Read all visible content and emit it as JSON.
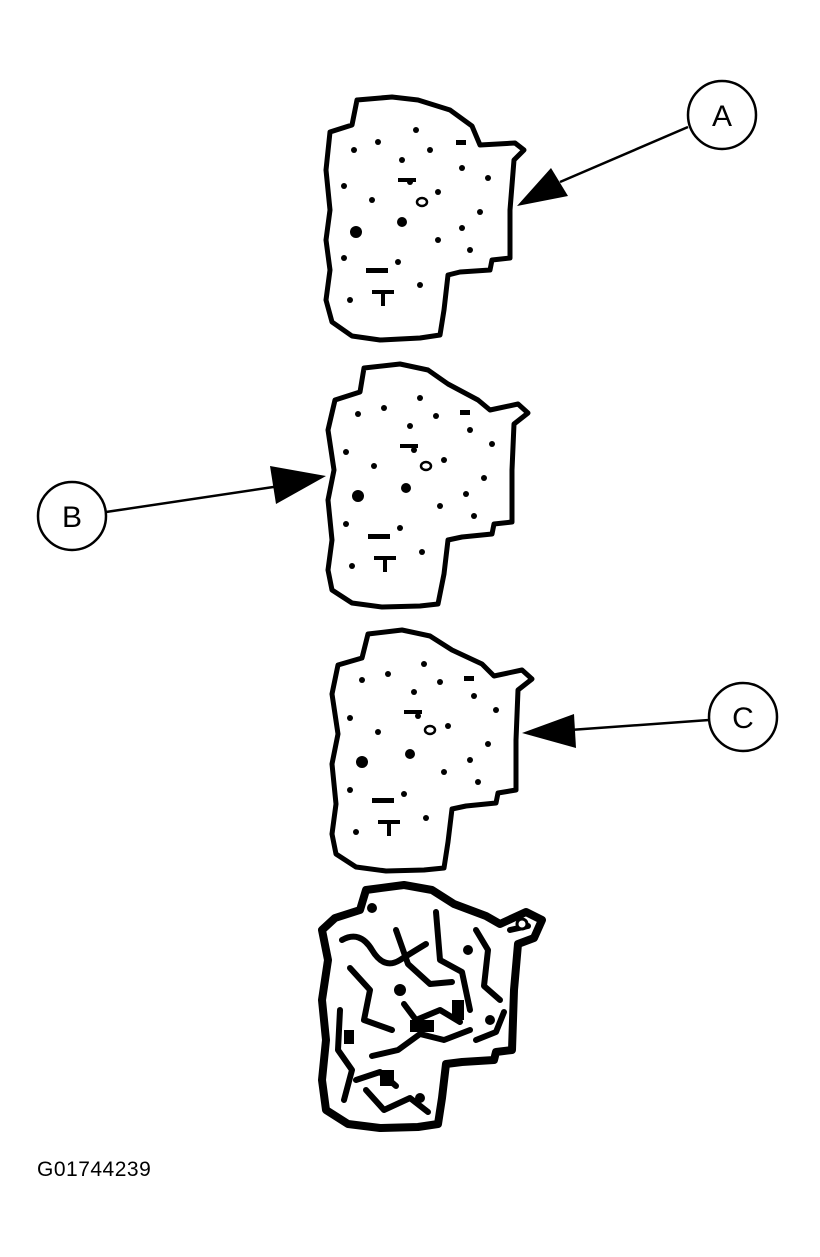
{
  "callouts": {
    "a": "A",
    "b": "B",
    "c": "C"
  },
  "figure_id": "G01744239",
  "colors": {
    "ink": "#000000",
    "paper": "#ffffff"
  }
}
